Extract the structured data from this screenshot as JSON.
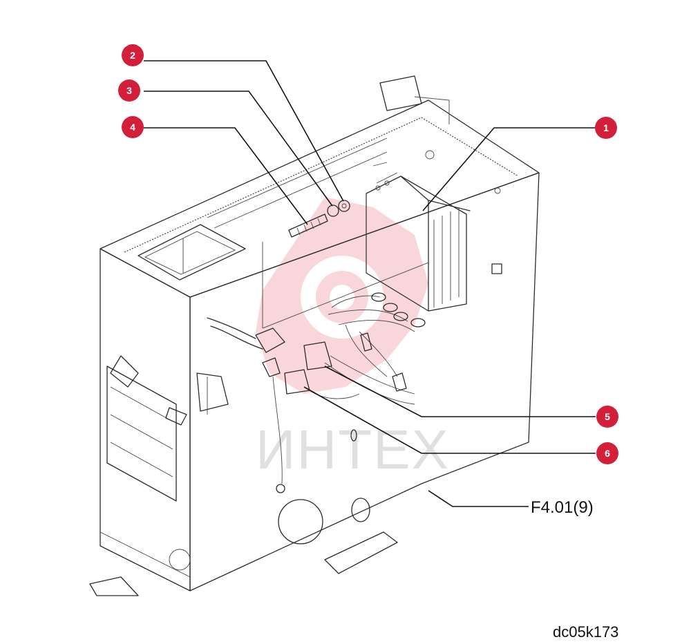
{
  "callouts": [
    {
      "label": "1"
    },
    {
      "label": "2"
    },
    {
      "label": "3"
    },
    {
      "label": "4"
    },
    {
      "label": "5"
    },
    {
      "label": "6"
    }
  ],
  "reference_label": "F4.01(9)",
  "drawing_code": "dc05k173",
  "watermark_text": "ИНТЕХ",
  "colors": {
    "callout": "#d31f3a",
    "watermark": "#e84b5a",
    "ink": "#2a2a2a"
  }
}
